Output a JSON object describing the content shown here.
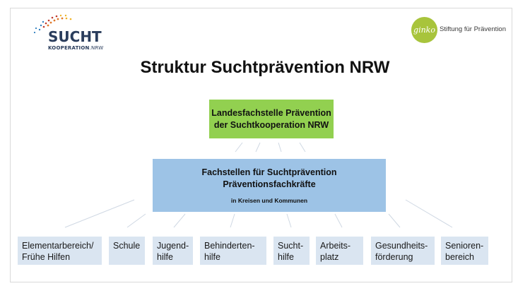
{
  "logos": {
    "suchtkooperation": {
      "word": "SUCHT",
      "sub_bold": "KOOPERATION",
      "sub_thin": ".NRW",
      "color": "#2a3d5c"
    },
    "ginko": {
      "mark": "ginko",
      "tagline": "Stiftung für Prävention",
      "color": "#a8c43c"
    }
  },
  "title": "Struktur Suchtprävention NRW",
  "top_box": {
    "line1": "Landesfachstelle Prävention",
    "line2": "der Suchtkooperation NRW",
    "color": "#92d050"
  },
  "mid_box": {
    "line1": "Fachstellen für Suchtprävention",
    "line2": "Präventionsfachkräfte",
    "line3": "in Kreisen und Kommunen",
    "color": "#9dc3e6"
  },
  "areas": [
    {
      "line1": "Elementarbereich/",
      "line2": "Frühe Hilfen"
    },
    {
      "line1": "Schule",
      "line2": ""
    },
    {
      "line1": "Jugend-",
      "line2": "hilfe"
    },
    {
      "line1": "Behinderten-",
      "line2": "hilfe"
    },
    {
      "line1": "Sucht-",
      "line2": "hilfe"
    },
    {
      "line1": "Arbeits-",
      "line2": "platz"
    },
    {
      "line1": "Gesundheits-",
      "line2": "förderung"
    },
    {
      "line1": "Senioren-",
      "line2": "bereich"
    }
  ]
}
